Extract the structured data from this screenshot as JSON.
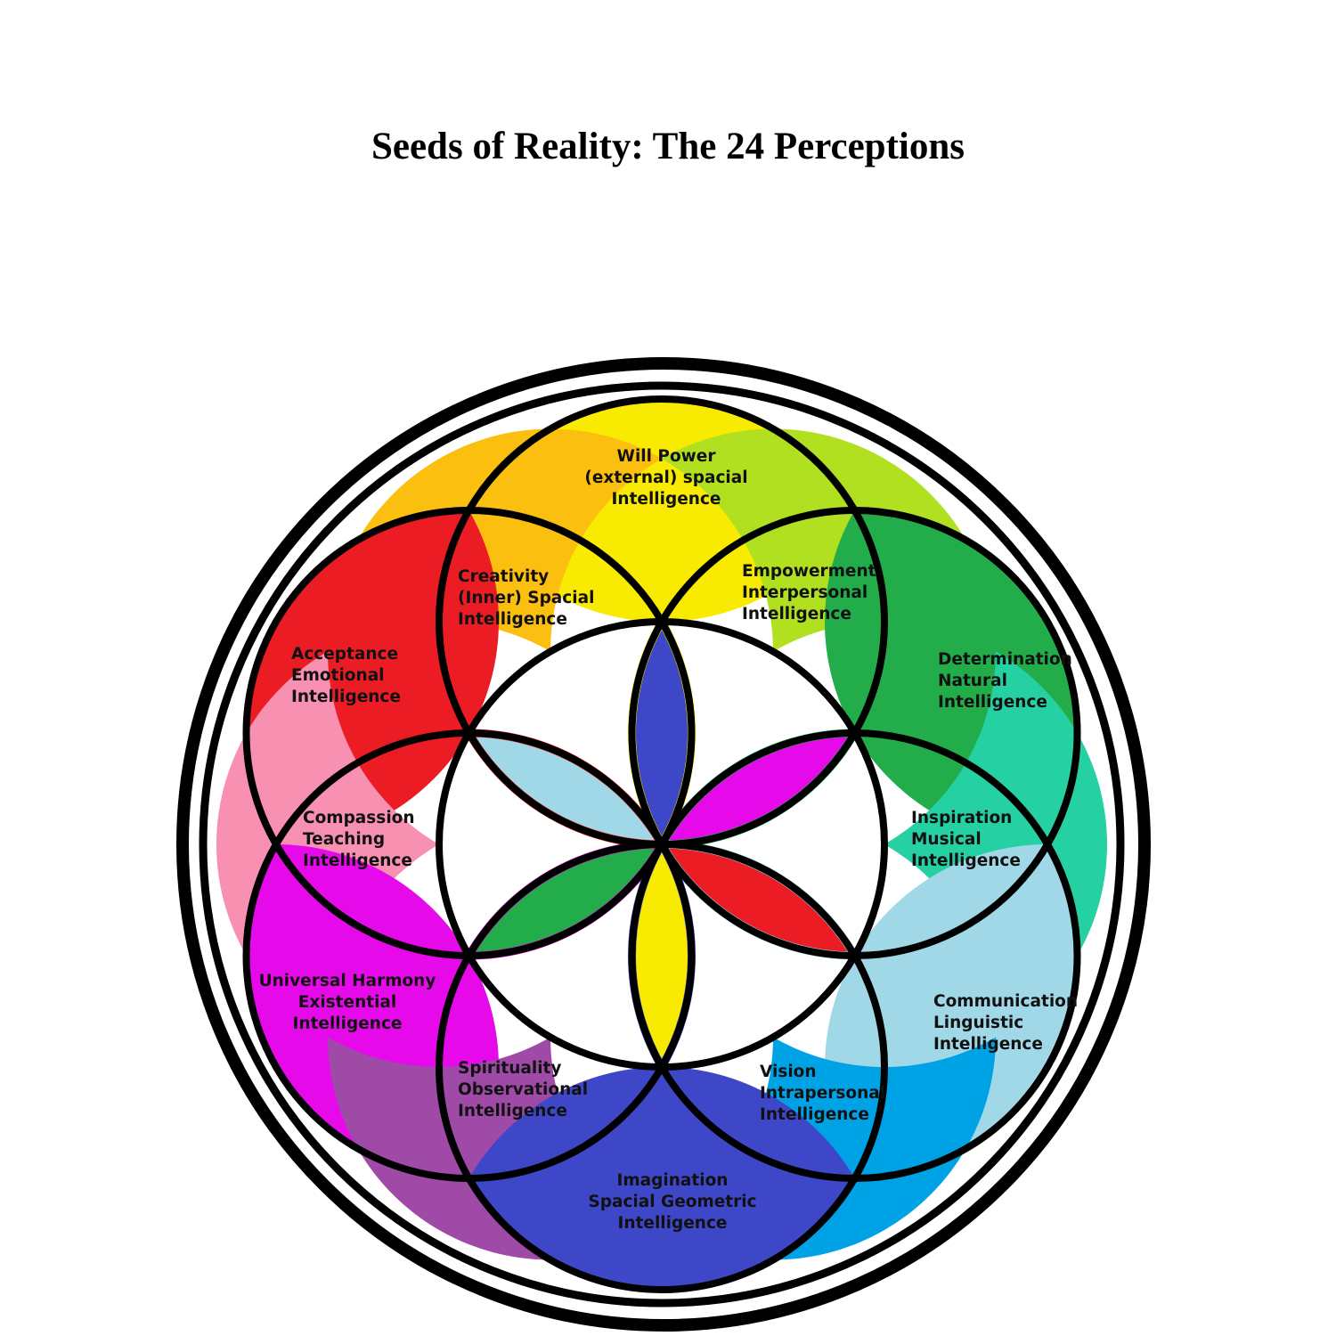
{
  "title": "Seeds of Reality: The 24 Perceptions",
  "colors": {
    "outline": "#000000",
    "yellow": "#f8ea00",
    "orange": "#fbbf10",
    "lime": "#b0e020",
    "red": "#eb1c24",
    "green": "#23ad4a",
    "pink": "#f890b2",
    "teal": "#25d0a2",
    "magenta": "#e60aea",
    "lightblue": "#a0d8e8",
    "purple": "#a04aa8",
    "skyblue": "#00a2e6",
    "indigo": "#3f47c9"
  },
  "segments": [
    {
      "name": "will-power",
      "lines": [
        "Will Power",
        "(external) spacial",
        "Intelligence"
      ],
      "color": "#f8ea00"
    },
    {
      "name": "creativity",
      "lines": [
        "Creativity",
        "(Inner) Spacial",
        "Intelligence"
      ],
      "color": "#fbbf10"
    },
    {
      "name": "empowerment",
      "lines": [
        "Empowerment",
        "Interpersonal",
        "Intelligence"
      ],
      "color": "#b0e020"
    },
    {
      "name": "acceptance",
      "lines": [
        "Acceptance",
        "Emotional",
        "Intelligence"
      ],
      "color": "#eb1c24"
    },
    {
      "name": "determination",
      "lines": [
        "Determination",
        "Natural",
        "Intelligence"
      ],
      "color": "#23ad4a"
    },
    {
      "name": "compassion",
      "lines": [
        "Compassion",
        "Teaching",
        "Intelligence"
      ],
      "color": "#f890b2"
    },
    {
      "name": "inspiration",
      "lines": [
        "Inspiration",
        "Musical",
        "Intelligence"
      ],
      "color": "#25d0a2"
    },
    {
      "name": "universal-harmony",
      "lines": [
        "Universal Harmony",
        "Existential",
        "Intelligence"
      ],
      "color": "#e60aea"
    },
    {
      "name": "communication",
      "lines": [
        "Communication",
        "Linguistic",
        "Intelligence"
      ],
      "color": "#a0d8e8"
    },
    {
      "name": "spirituality",
      "lines": [
        "Spirituality",
        "Observational",
        "Intelligence"
      ],
      "color": "#a04aa8"
    },
    {
      "name": "vision",
      "lines": [
        "Vision",
        "Intrapersonal",
        "Intelligence"
      ],
      "color": "#00a2e6"
    },
    {
      "name": "imagination",
      "lines": [
        "Imagination",
        "Spacial Geometric",
        "Intelligence"
      ],
      "color": "#3f47c9"
    }
  ],
  "petals": [
    {
      "name": "petal-up",
      "fill": "#3f47c9",
      "edge": "#f8ea00"
    },
    {
      "name": "petal-upper-right",
      "fill": "#e60aea",
      "edge": "#23ad4a"
    },
    {
      "name": "petal-lower-right",
      "fill": "#eb1c24",
      "edge": "#a0d8e8"
    },
    {
      "name": "petal-down",
      "fill": "#f8ea00",
      "edge": "#3f47c9"
    },
    {
      "name": "petal-lower-left",
      "fill": "#23ad4a",
      "edge": "#e60aea"
    },
    {
      "name": "petal-upper-left",
      "fill": "#a0d8e8",
      "edge": "#eb1c24"
    }
  ]
}
